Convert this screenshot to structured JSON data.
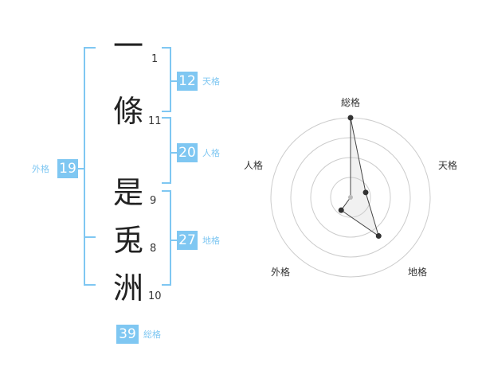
{
  "name_chars": [
    {
      "char": "一",
      "strokes": "1"
    },
    {
      "char": "條",
      "strokes": "11"
    },
    {
      "char": "是",
      "strokes": "9"
    },
    {
      "char": "兎",
      "strokes": "8"
    },
    {
      "char": "洲",
      "strokes": "10"
    }
  ],
  "fortunes": {
    "tenkaku": {
      "value": "12",
      "label": "天格"
    },
    "jinkaku": {
      "value": "20",
      "label": "人格"
    },
    "chikaku": {
      "value": "27",
      "label": "地格"
    },
    "gaikaku": {
      "value": "19",
      "label": "外格"
    },
    "soukaku": {
      "value": "39",
      "label": "総格"
    }
  },
  "radar": {
    "axes": [
      "総格",
      "天格",
      "地格",
      "外格",
      "人格"
    ],
    "rings": 4,
    "max": 5,
    "values": [
      5,
      1,
      3,
      1,
      0
    ]
  },
  "colors": {
    "accent": "#7fc7f2",
    "text": "#222222",
    "grid": "#cccccc",
    "point": "#333333"
  }
}
